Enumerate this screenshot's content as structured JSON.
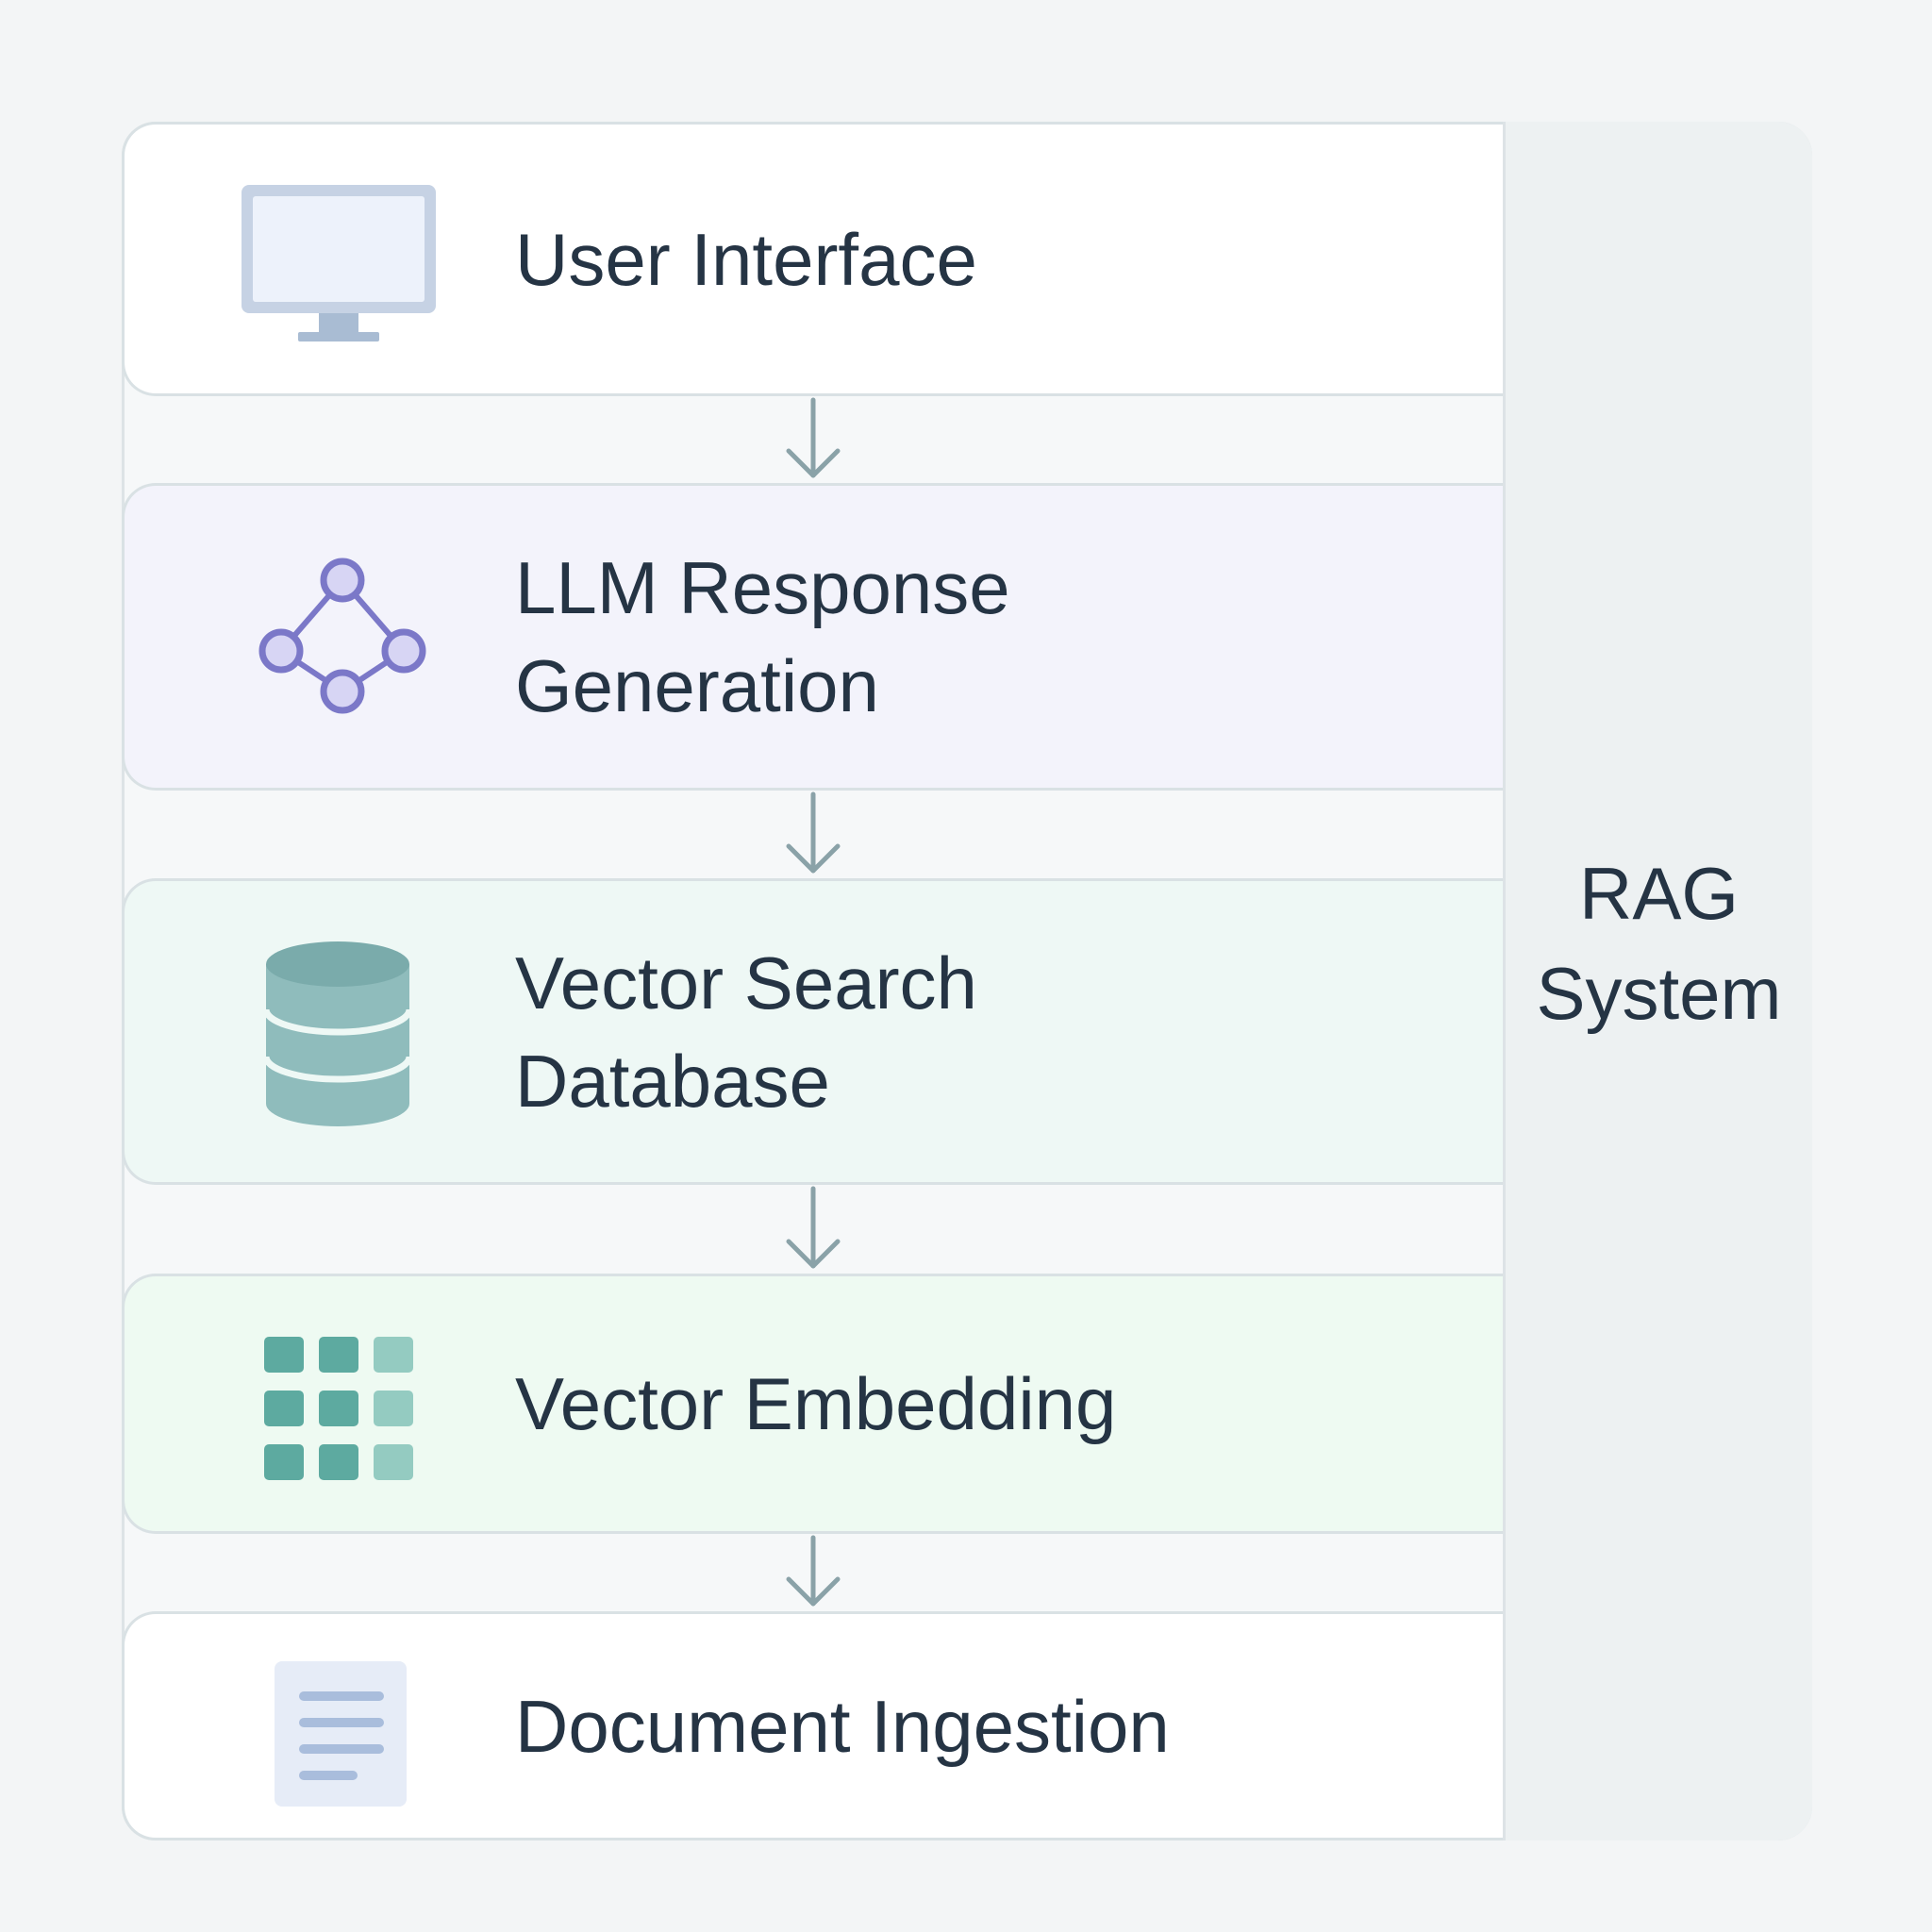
{
  "side_panel": {
    "line1": "RAG",
    "line2": "System"
  },
  "layers": {
    "user_interface": {
      "label": "User Interface",
      "icon": "monitor-icon"
    },
    "llm_response": {
      "label": "LLM Response\nGeneration",
      "icon": "network-nodes-icon"
    },
    "vector_search": {
      "label": "Vector Search\nDatabase",
      "icon": "database-icon"
    },
    "vector_embedding": {
      "label": "Vector Embedding",
      "icon": "grid-icon"
    },
    "document_ingestion": {
      "label": "Document Ingestion",
      "icon": "document-icon"
    }
  },
  "colors": {
    "text": "#253444",
    "arrow": "#8aa2a8",
    "llm_accent": "#7b78c8",
    "db_accent": "#7aabab",
    "grid_accent": "#5daaa0"
  }
}
